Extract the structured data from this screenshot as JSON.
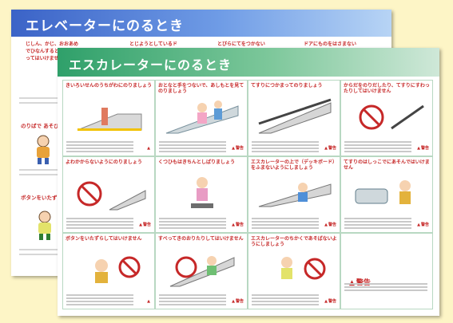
{
  "back_poster": {
    "title": "エレベーターにのるとき",
    "captions": [
      "じしん、かじ、おおあめでひなんするときは、のってはいけません",
      "とじようとしているドアに",
      "とびらにてをつかない",
      "ドアにものをはさまない"
    ],
    "side_captions": [
      "のりばで あそびません",
      "ボタンをいたずらしない"
    ]
  },
  "front_poster": {
    "title": "エスカレーターにのるとき",
    "cells": [
      {
        "caption": "きいろいせんのうちがわにのりましょう",
        "warning": ""
      },
      {
        "caption": "おとなと手をつないで、あしもとを見てのりましょう",
        "warning": "警告"
      },
      {
        "caption": "てすりにつかまってのりましょう",
        "warning": "警告"
      },
      {
        "caption": "からだをのりだしたり、てすりにすわったりしてはいけません",
        "warning": "警告"
      },
      {
        "caption": "よわかからないようにのりましょう",
        "warning": "警告"
      },
      {
        "caption": "くつひもはきちんとしばりましょう",
        "warning": "警告"
      },
      {
        "caption": "エスカレーターの上で（デッキボード）をふまないようにしましょう",
        "warning": "警告"
      },
      {
        "caption": "てすりのはしっこでにあそんではいけません",
        "warning": "警告"
      },
      {
        "caption": "ボタンをいたずらしてはいけません",
        "warning": ""
      },
      {
        "caption": "すべってきのおりたりしてはいけません",
        "warning": "警告"
      },
      {
        "caption": "エスカレーターのちかくであそばないようにしましょう",
        "warning": "警告"
      },
      {
        "caption": "",
        "warning": "",
        "keikoku": "警告"
      }
    ]
  }
}
